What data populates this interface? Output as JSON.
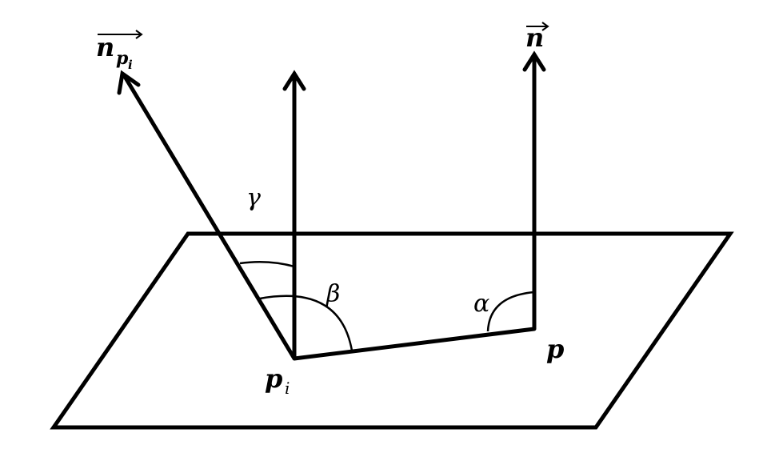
{
  "labels": {
    "normal_p_base": "n",
    "normal_p_sub": "p",
    "normal_p_subsub": "i",
    "normal_plain": "n",
    "gamma": "γ",
    "beta": "β",
    "alpha": "α",
    "point_p": "p",
    "point_pi_base": "p",
    "point_pi_sub": "i"
  },
  "colors": {
    "stroke": "#000000",
    "background": "#ffffff"
  }
}
